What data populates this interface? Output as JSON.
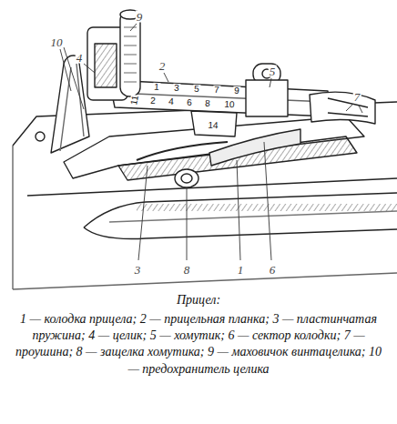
{
  "diagram": {
    "title": "Прицел:",
    "caption": "1 — колодка прицела; 2 — прицельная планка; 3 — пластинчатая пружина; 4 — целик; 5 — хомутик; 6 — сектор колодки; 7 — проушина; 8 — защелка хомутика; 9 — маховичок винтацелика; 10 — предохранитель целика",
    "labels": [
      "10",
      "9",
      "4",
      "2",
      "5",
      "7",
      "3",
      "8",
      "1",
      "6",
      "1",
      "3",
      "5",
      "7",
      "9",
      "11",
      "2",
      "4",
      "6",
      "8",
      "10",
      "14"
    ]
  }
}
